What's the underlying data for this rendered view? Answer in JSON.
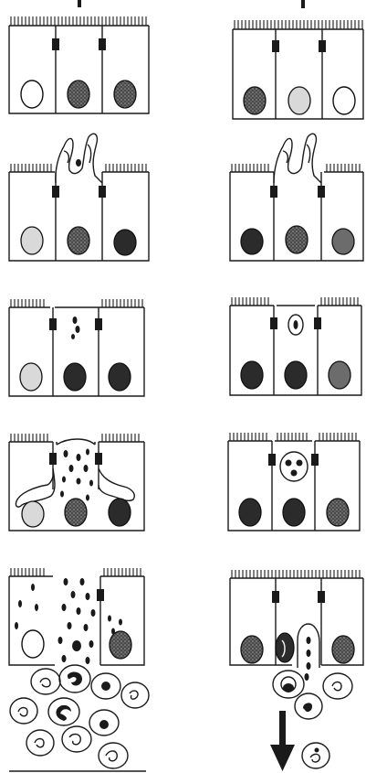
{
  "figure": {
    "columns": [
      {
        "id": "left",
        "stages": 5,
        "ending": "leukocyte-infiltration"
      },
      {
        "id": "right",
        "stages": 5,
        "ending": "cell-extrusion"
      }
    ]
  },
  "icons": {
    "exit_arrow": "arrow-down-icon"
  }
}
